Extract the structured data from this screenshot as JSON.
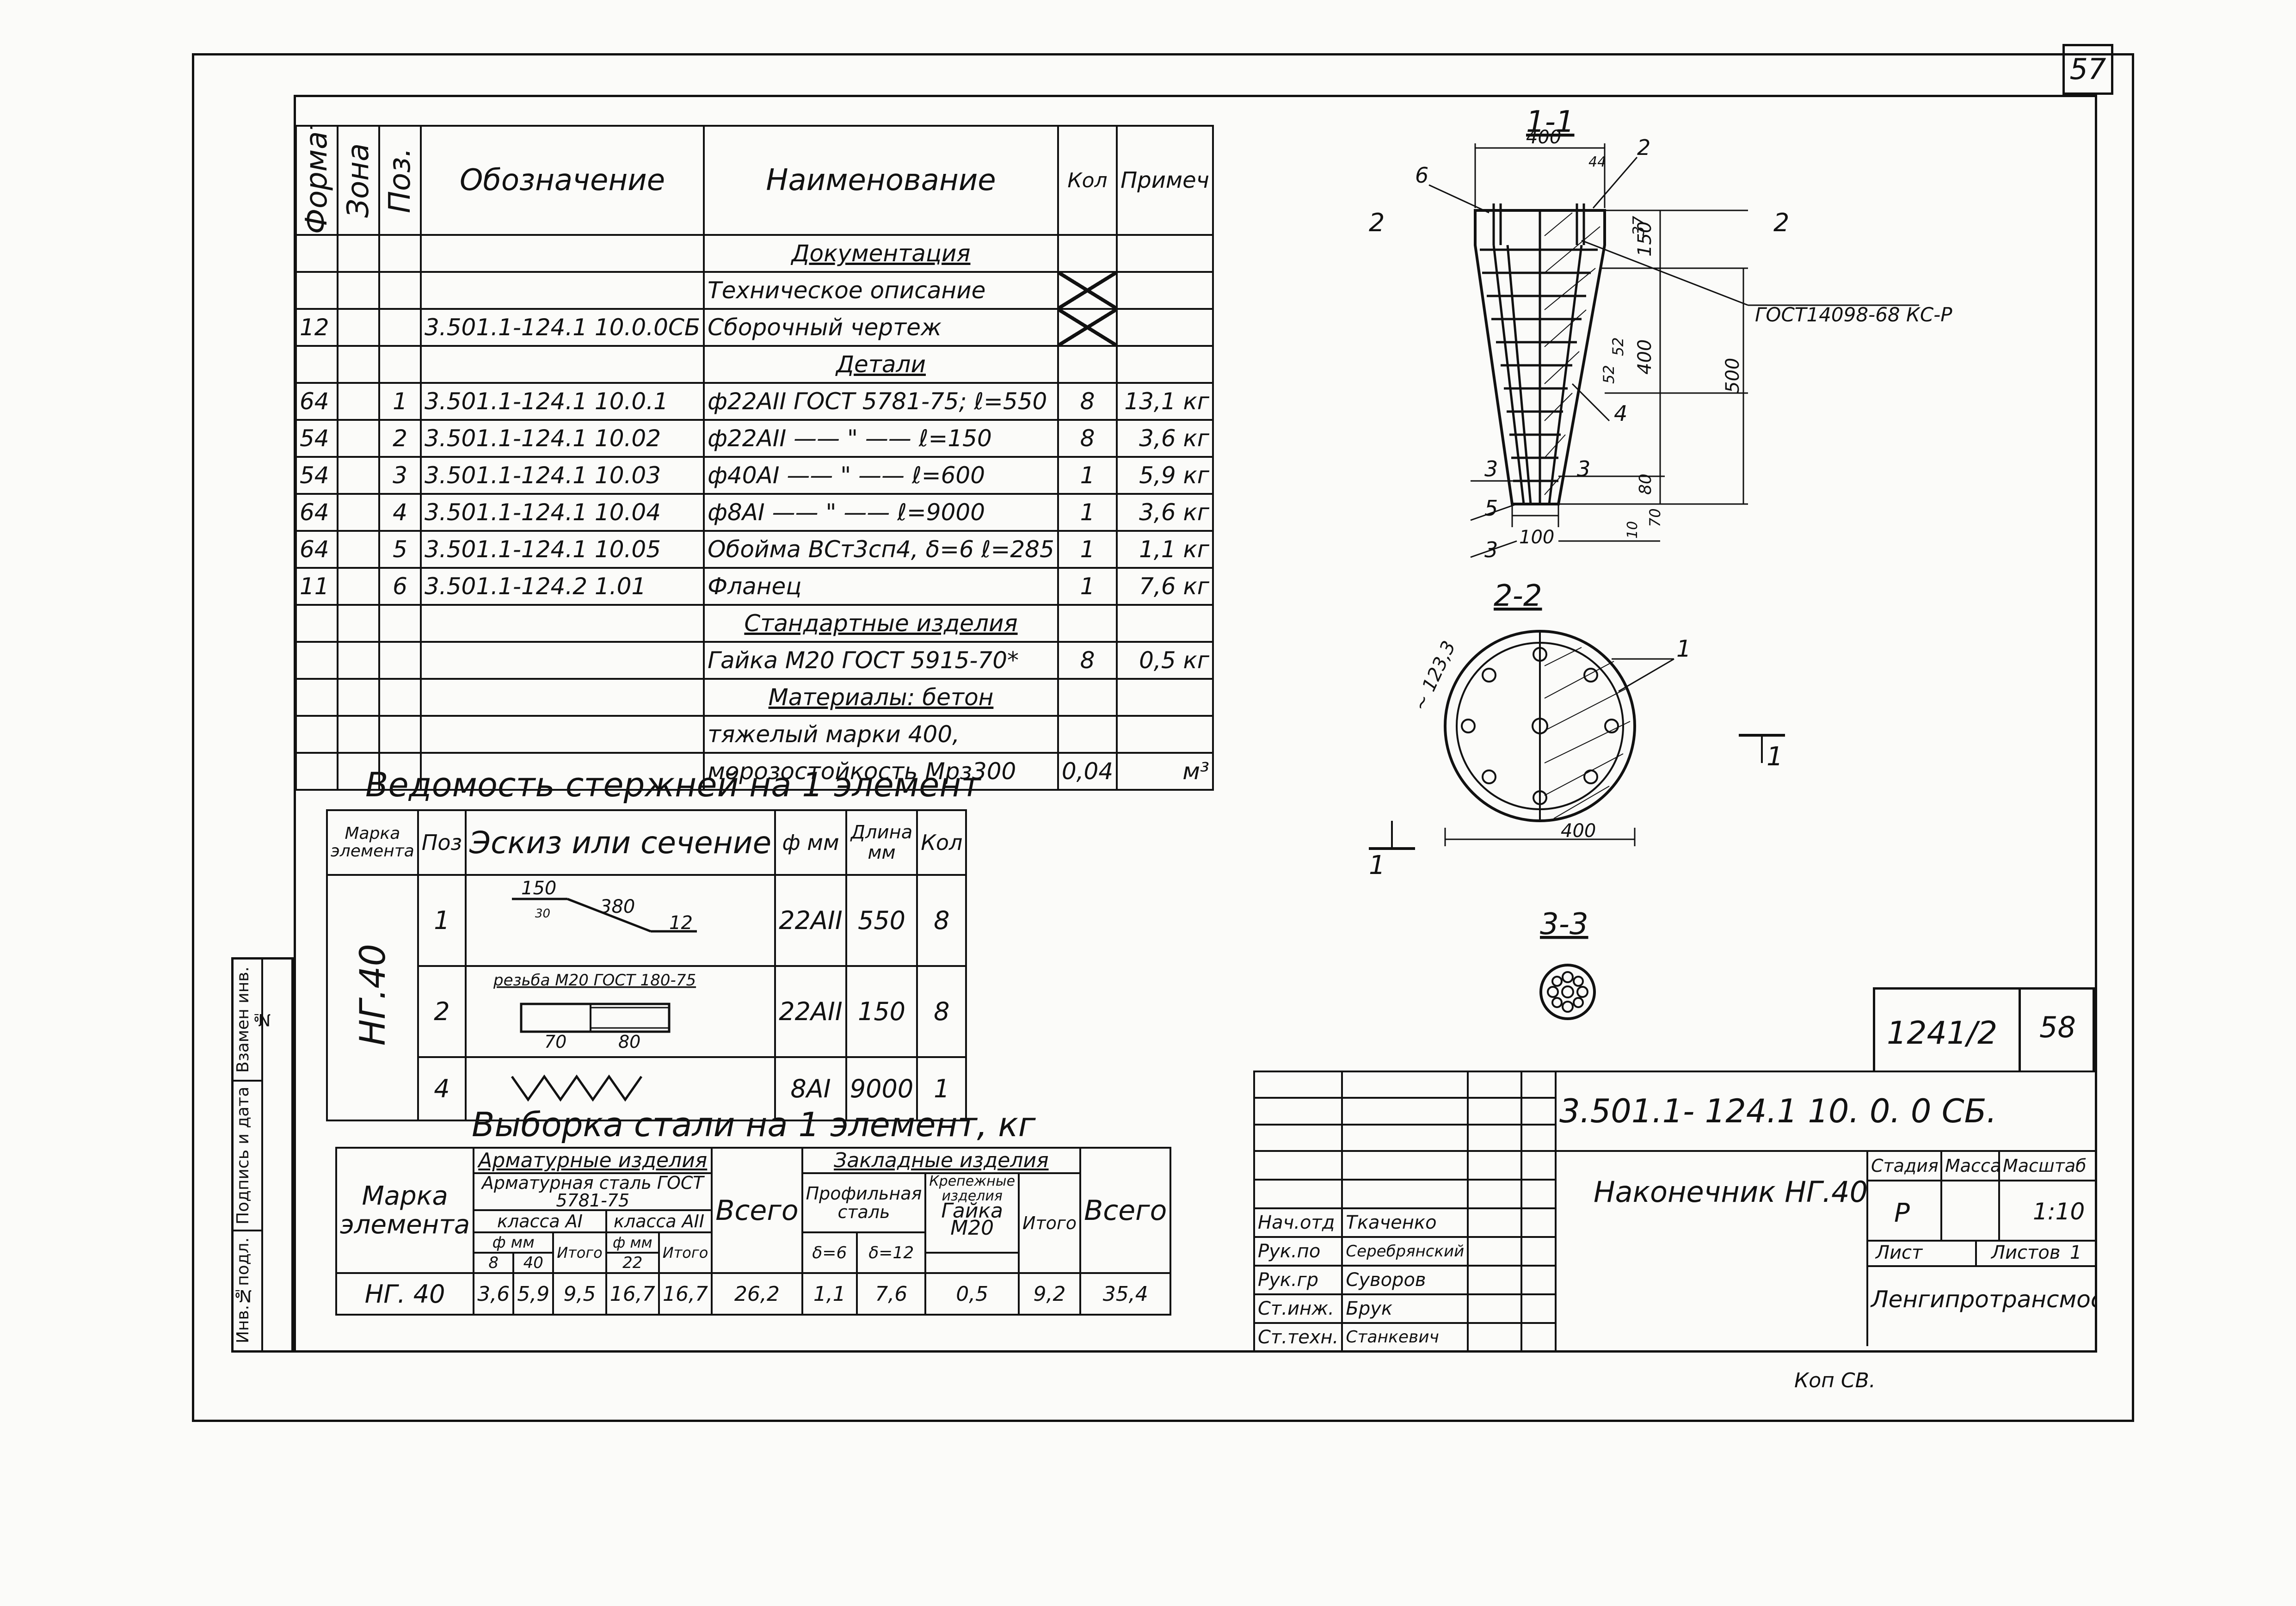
{
  "page_number": "57",
  "spec_table": {
    "headers": {
      "format": "Формат",
      "zone": "Зона",
      "pos": "Поз.",
      "designation": "Обозначение",
      "name": "Наименование",
      "qty": "Кол",
      "note": "Примеч"
    },
    "rows": [
      {
        "format": "",
        "pos": "",
        "designation": "",
        "name": "Документация",
        "qty": "",
        "note": "",
        "section": true
      },
      {
        "format": "",
        "pos": "",
        "designation": "",
        "name": "Техническое описание",
        "qty": "",
        "note": "",
        "cross": true
      },
      {
        "format": "12",
        "pos": "",
        "designation": "3.501.1-124.1   10.0.0СБ",
        "name": "Сборочный чертеж",
        "qty": "",
        "note": "",
        "cross": true
      },
      {
        "format": "",
        "pos": "",
        "designation": "",
        "name": "Детали",
        "qty": "",
        "note": "",
        "section": true
      },
      {
        "format": "64",
        "pos": "1",
        "designation": "3.501.1-124.1   10.0.1",
        "name": "ф22АII ГОСТ 5781-75; ℓ=550",
        "qty": "8",
        "note": "13,1 кг"
      },
      {
        "format": "54",
        "pos": "2",
        "designation": "3.501.1-124.1   10.02",
        "name": "ф22АII —— \" —— ℓ=150",
        "qty": "8",
        "note": "3,6 кг"
      },
      {
        "format": "54",
        "pos": "3",
        "designation": "3.501.1-124.1   10.03",
        "name": "ф40АI —— \" —— ℓ=600",
        "qty": "1",
        "note": "5,9 кг"
      },
      {
        "format": "64",
        "pos": "4",
        "designation": "3.501.1-124.1   10.04",
        "name": "ф8АI —— \" —— ℓ=9000",
        "qty": "1",
        "note": "3,6 кг"
      },
      {
        "format": "64",
        "pos": "5",
        "designation": "3.501.1-124.1   10.05",
        "name": "Обойма ВСт3сп4, δ=6 ℓ=285",
        "qty": "1",
        "note": "1,1 кг"
      },
      {
        "format": "11",
        "pos": "6",
        "designation": "3.501.1-124.2   1.01",
        "name": "Фланец",
        "qty": "1",
        "note": "7,6 кг"
      },
      {
        "format": "",
        "pos": "",
        "designation": "",
        "name": "Стандартные изделия",
        "qty": "",
        "note": "",
        "section": true
      },
      {
        "format": "",
        "pos": "",
        "designation": "",
        "name": "Гайка М20 ГОСТ 5915-70*",
        "qty": "8",
        "note": "0,5 кг"
      },
      {
        "format": "",
        "pos": "",
        "designation": "",
        "name": "Материалы: бетон",
        "qty": "",
        "note": "",
        "section": true
      },
      {
        "format": "",
        "pos": "",
        "designation": "",
        "name": "тяжелый марки 400,",
        "qty": "",
        "note": ""
      },
      {
        "format": "",
        "pos": "",
        "designation": "",
        "name": "морозостойкость Мрз300",
        "qty": "0,04",
        "note": "м³"
      }
    ]
  },
  "bars_title": "Ведомость стержней на 1 элемент",
  "bars_table": {
    "headers": {
      "mark": "Марка элемента",
      "pos": "Поз",
      "sketch": "Эскиз или сечение",
      "diam": "ф мм",
      "length": "Длина мм",
      "qty": "Кол"
    },
    "mark": "НГ.40",
    "rows": [
      {
        "pos": "1",
        "diam": "22АII",
        "length": "550",
        "qty": "8",
        "sketch_labels": [
          "150",
          "380",
          "12",
          "30"
        ]
      },
      {
        "pos": "2",
        "diam": "22АII",
        "length": "150",
        "qty": "8",
        "sketch_labels": [
          "резьба М20 ГОСТ 180-75",
          "70",
          "80"
        ]
      },
      {
        "pos": "4",
        "diam": "8АI",
        "length": "9000",
        "qty": "1",
        "sketch_labels": []
      }
    ]
  },
  "steel_title": "Выборка стали на 1 элемент, кг",
  "steel_table": {
    "h_mark": "Марка элемента",
    "h_rebar": "Арматурные изделия",
    "h_rebar_steel": "Арматурная сталь ГОСТ 5781-75",
    "h_class_a1": "класса АI",
    "h_class_a2": "класса АII",
    "h_diam": "ф мм",
    "h_8": "8",
    "h_40": "40",
    "h_22": "22",
    "h_itogo": "Итого",
    "h_total": "Всего",
    "h_embedded": "Закладные изделия",
    "h_profile": "Профильная сталь",
    "h_fasteners": "Крепежные изделия",
    "h_d6": "δ=6",
    "h_d12": "δ=12",
    "h_nut": "Гайка М20",
    "row": {
      "mark": "НГ. 40",
      "a1_8": "3,6",
      "a1_40": "5,9",
      "a1_itogo": "9,5",
      "a2_22": "16,7",
      "a2_itogo": "16,7",
      "total": "26,2",
      "d6": "1,1",
      "d12": "7,6",
      "nut": "0,5",
      "emb_itogo": "9,2",
      "grand": "35,4"
    }
  },
  "side_stamp": [
    "Инв.№подл.",
    "Подпись и дата",
    "Взамен инв.№"
  ],
  "drawings": {
    "sec11": {
      "title": "1-1",
      "labels": {
        "d400": "400",
        "d44": "44",
        "d37": "37",
        "d150": "150",
        "d400v": "400",
        "d500": "500",
        "d52a": "52",
        "d52b": "52",
        "d80": "80",
        "d70": "70",
        "d10": "10",
        "d100": "100",
        "gost": "ГОСТ14098-68 КС-Р",
        "p2a": "2",
        "p2b": "2",
        "p2c": "2",
        "p6": "6",
        "p4": "4",
        "p3a": "3",
        "p3b": "3",
        "p3c": "3",
        "p5": "5"
      }
    },
    "sec22": {
      "title": "2-2",
      "labels": {
        "d1233": "~ 123,3",
        "d400": "400",
        "p1": "1",
        "cut_a": "1",
        "cut_b": "1"
      }
    },
    "sec33": {
      "title": "3-3"
    }
  },
  "title_block": {
    "ref": "1241/2",
    "sheet_no": "58",
    "code": "3.501.1- 124.1    10. 0. 0 СБ.",
    "name": "Наконечник НГ.40",
    "stage_label": "Стадия",
    "mass_label": "Масса",
    "scale_label": "Масштаб",
    "stage": "Р",
    "scale": "1:10",
    "sheet_label": "Лист",
    "sheets_label": "Листов",
    "sheets": "1",
    "org": "Ленгипротрансмост",
    "people": [
      {
        "role": "Нач.отд",
        "name": "Ткаченко"
      },
      {
        "role": "Рук.по",
        "name": "Серебрянский"
      },
      {
        "role": "Рук.гр",
        "name": "Суворов"
      },
      {
        "role": "Ст.инж.",
        "name": "Брук"
      },
      {
        "role": "Ст.техн.",
        "name": "Станкевич"
      }
    ]
  },
  "copy_note": "Коп     СВ."
}
